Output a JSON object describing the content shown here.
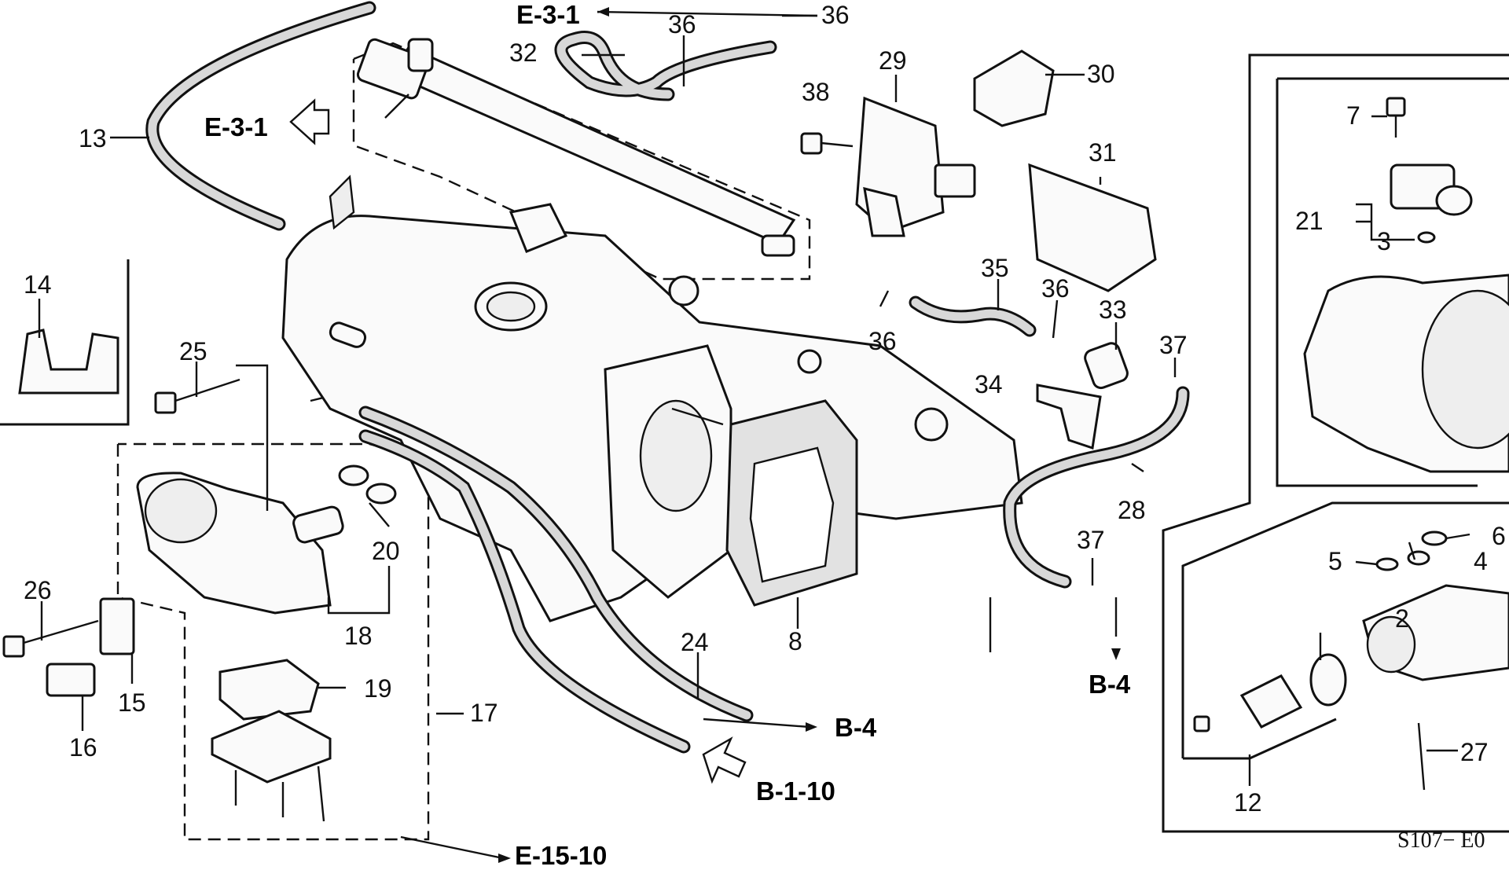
{
  "diagram": {
    "labels": {
      "p2": "2",
      "p3": "3",
      "p4": "4",
      "p5": "5",
      "p6": "6",
      "p7": "7",
      "p8": "8",
      "p12": "12",
      "p13": "13",
      "p14": "14",
      "p15": "15",
      "p16": "16",
      "p17": "17",
      "p18": "18",
      "p19": "19",
      "p20": "20",
      "p21": "21",
      "p24": "24",
      "p25": "25",
      "p26": "26",
      "p27": "27",
      "p28": "28",
      "p29": "29",
      "p30": "30",
      "p31": "31",
      "p32": "32",
      "p33": "33",
      "p34": "34",
      "p35": "35",
      "p36a": "36",
      "p36b": "36",
      "p36c": "36",
      "p36d": "36",
      "p37a": "37",
      "p37b": "37",
      "p38": "38"
    },
    "references": {
      "e31_top": "E-3-1",
      "e31_left": "E-3-1",
      "b4_right": "B-4",
      "b4_bottom": "B-4",
      "b110": "B-1-10",
      "e1510": "E-15-10"
    },
    "diagram_code": "S107− E0"
  }
}
